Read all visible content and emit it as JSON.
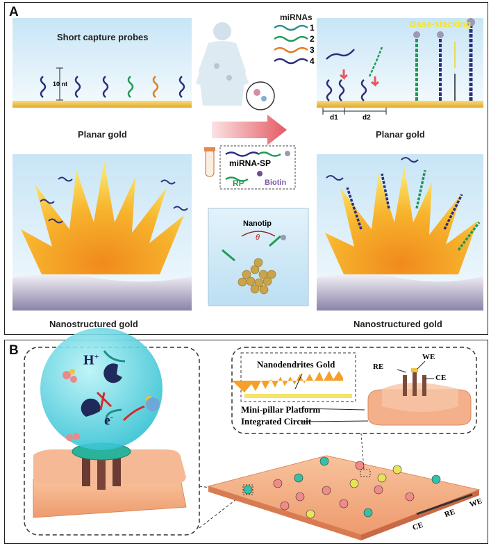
{
  "panel_a": {
    "label": "A",
    "short_capture_probes": "Short capture probes",
    "ten_nt": "10 nt",
    "planar_gold_left": "Planar gold",
    "planar_gold_right": "Planar gold",
    "mirnas_title": "miRNAs",
    "mirna_numbers": [
      "1",
      "2",
      "3",
      "4"
    ],
    "base_stacking": "Base-stacking",
    "d1": "d1",
    "d2": "d2",
    "mirna_sp": "miRNA-SP",
    "rp": "RP",
    "biotin": "Biotin",
    "nanotip": "Nanotip",
    "theta": "θ",
    "nanostructured_gold_left": "Nanostructured gold",
    "nanostructured_gold_right": "Nanostructured gold"
  },
  "panel_b": {
    "label": "B",
    "h_plus": "H",
    "h_plus_sup": "+",
    "e_minus": "e",
    "e_minus_sup": "-",
    "nanodendrites_gold": "Nanodendrites Gold",
    "mini_pillar_platform": "Mini-pillar Platform",
    "integrated_circuit": "Integrated Circuit",
    "re": "RE",
    "we": "WE",
    "ce": "CE",
    "edge_ce": "CE",
    "edge_re": "RE",
    "edge_we": "WE"
  },
  "colors": {
    "dna_navy": "#2b2f7a",
    "dna_green": "#1f9a55",
    "dna_orange": "#e27a1e",
    "gold": "#f2b640",
    "sky": "#d6ecf8",
    "chip": "#f4a77b",
    "cyan_dome": "#5fd8e4",
    "yellow_label": "#f4e431"
  }
}
